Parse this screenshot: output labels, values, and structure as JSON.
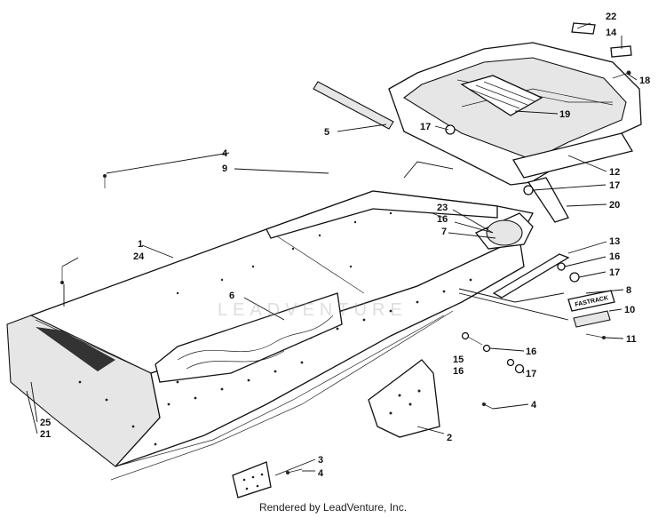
{
  "watermark": "LEADVENTURE",
  "credit": "Rendered by LeadVenture, Inc.",
  "decal_text": "FASTRACK",
  "callouts": [
    {
      "id": "c1",
      "label": "1"
    },
    {
      "id": "c2",
      "label": "2"
    },
    {
      "id": "c3",
      "label": "3"
    },
    {
      "id": "c4a",
      "label": "4"
    },
    {
      "id": "c4b",
      "label": "4"
    },
    {
      "id": "c4c",
      "label": "4"
    },
    {
      "id": "c5",
      "label": "5"
    },
    {
      "id": "c6",
      "label": "6"
    },
    {
      "id": "c7",
      "label": "7"
    },
    {
      "id": "c8",
      "label": "8"
    },
    {
      "id": "c9",
      "label": "9"
    },
    {
      "id": "c10",
      "label": "10"
    },
    {
      "id": "c11",
      "label": "11"
    },
    {
      "id": "c12",
      "label": "12"
    },
    {
      "id": "c13",
      "label": "13"
    },
    {
      "id": "c14",
      "label": "14"
    },
    {
      "id": "c15",
      "label": "15"
    },
    {
      "id": "c16a",
      "label": "16"
    },
    {
      "id": "c16b",
      "label": "16"
    },
    {
      "id": "c16c",
      "label": "16"
    },
    {
      "id": "c16d",
      "label": "16"
    },
    {
      "id": "c17a",
      "label": "17"
    },
    {
      "id": "c17b",
      "label": "17"
    },
    {
      "id": "c17c",
      "label": "17"
    },
    {
      "id": "c17d",
      "label": "17"
    },
    {
      "id": "c18",
      "label": "18"
    },
    {
      "id": "c19",
      "label": "19"
    },
    {
      "id": "c20",
      "label": "20"
    },
    {
      "id": "c21",
      "label": "21"
    },
    {
      "id": "c22",
      "label": "22"
    },
    {
      "id": "c23",
      "label": "23"
    },
    {
      "id": "c24",
      "label": "24"
    },
    {
      "id": "c25",
      "label": "25"
    }
  ]
}
